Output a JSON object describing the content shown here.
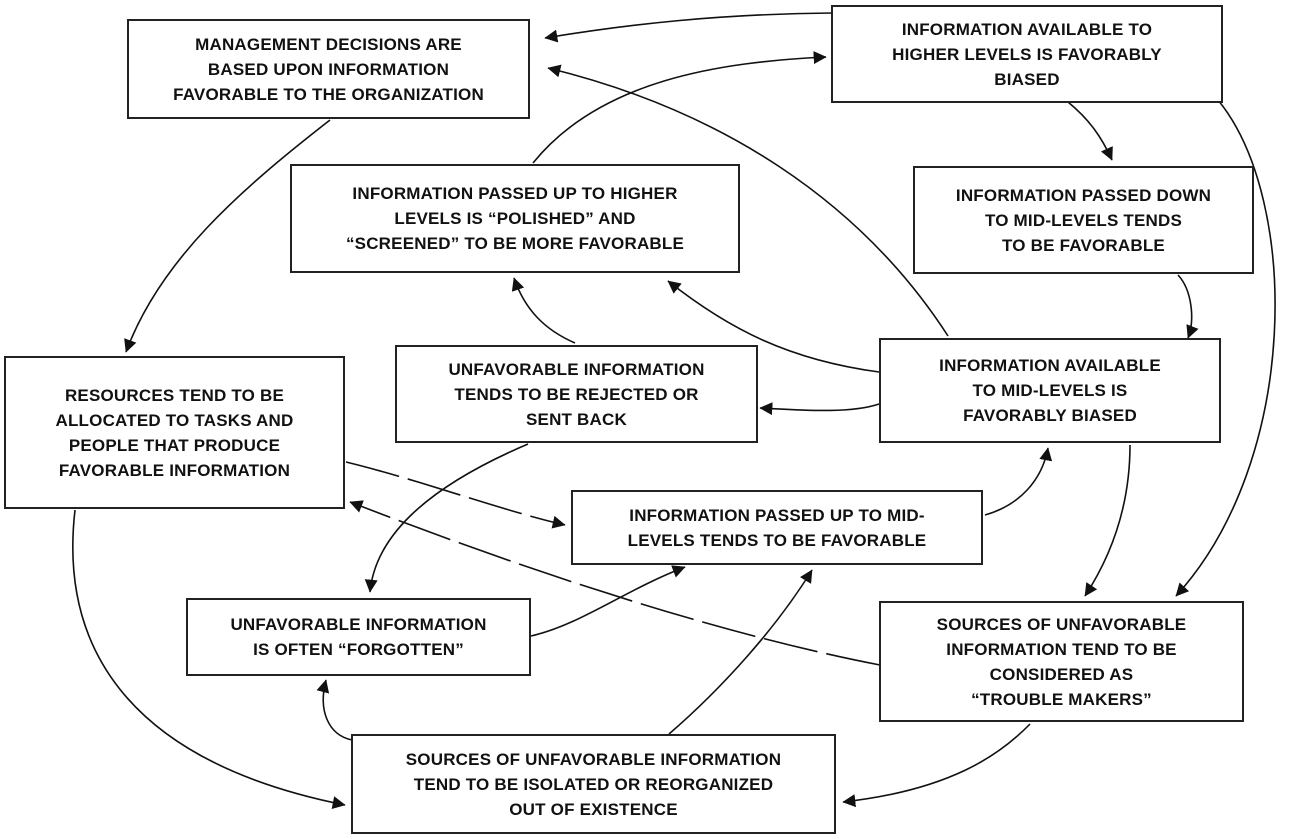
{
  "diagram": {
    "nodes": [
      {
        "id": "management_decisions",
        "label": "MANAGEMENT DECISIONS ARE\nBASED UPON INFORMATION\nFAVORABLE TO THE ORGANIZATION"
      },
      {
        "id": "info_available_higher",
        "label": "INFORMATION AVAILABLE TO\nHIGHER LEVELS IS FAVORABLY\nBIASED"
      },
      {
        "id": "info_passed_up_higher",
        "label": "INFORMATION PASSED UP TO HIGHER\nLEVELS IS “POLISHED” AND\n“SCREENED” TO BE MORE FAVORABLE"
      },
      {
        "id": "info_passed_down_mid",
        "label": "INFORMATION PASSED DOWN\nTO MID-LEVELS  TENDS\nTO BE FAVORABLE"
      },
      {
        "id": "resources_allocated",
        "label": "RESOURCES TEND TO BE\nALLOCATED TO TASKS AND\nPEOPLE THAT PRODUCE\nFAVORABLE INFORMATION"
      },
      {
        "id": "unfavorable_rejected",
        "label": "UNFAVORABLE INFORMATION\nTENDS TO BE REJECTED OR\nSENT BACK"
      },
      {
        "id": "info_available_mid",
        "label": "INFORMATION AVAILABLE\nTO MID-LEVELS IS\nFAVORABLY BIASED"
      },
      {
        "id": "info_passed_up_mid",
        "label": "INFORMATION PASSED UP TO MID-\nLEVELS TENDS TO BE FAVORABLE"
      },
      {
        "id": "unfavorable_forgotten",
        "label": "UNFAVORABLE INFORMATION\nIS OFTEN “FORGOTTEN”"
      },
      {
        "id": "sources_trouble_makers",
        "label": "SOURCES OF UNFAVORABLE\nINFORMATION TEND TO BE\nCONSIDERED AS\n“TROUBLE  MAKERS”"
      },
      {
        "id": "sources_isolated",
        "label": "SOURCES OF UNFAVORABLE INFORMATION\nTEND TO BE ISOLATED OR REORGANIZED\nOUT OF EXISTENCE"
      }
    ],
    "edges": [
      {
        "from": "info_available_higher",
        "to": "management_decisions"
      },
      {
        "from": "info_available_higher",
        "to": "info_passed_down_mid"
      },
      {
        "from": "info_available_higher",
        "to": "sources_trouble_makers"
      },
      {
        "from": "info_passed_up_higher",
        "to": "info_available_higher"
      },
      {
        "from": "info_available_mid",
        "to": "management_decisions"
      },
      {
        "from": "management_decisions",
        "to": "resources_allocated"
      },
      {
        "from": "info_passed_down_mid",
        "to": "info_available_mid"
      },
      {
        "from": "info_available_mid",
        "to": "info_passed_up_higher"
      },
      {
        "from": "unfavorable_rejected",
        "to": "info_passed_up_higher"
      },
      {
        "from": "info_available_mid",
        "to": "unfavorable_rejected"
      },
      {
        "from": "info_available_mid",
        "to": "sources_trouble_makers"
      },
      {
        "from": "resources_allocated",
        "to": "info_passed_up_mid",
        "style": "dashed"
      },
      {
        "from": "sources_trouble_makers",
        "to": "resources_allocated",
        "style": "dashed"
      },
      {
        "from": "info_passed_up_mid",
        "to": "info_available_mid"
      },
      {
        "from": "unfavorable_rejected",
        "to": "unfavorable_forgotten"
      },
      {
        "from": "unfavorable_forgotten",
        "to": "info_passed_up_mid"
      },
      {
        "from": "sources_isolated",
        "to": "info_passed_up_mid"
      },
      {
        "from": "sources_isolated",
        "to": "unfavorable_forgotten"
      },
      {
        "from": "resources_allocated",
        "to": "sources_isolated"
      },
      {
        "from": "sources_trouble_makers",
        "to": "sources_isolated"
      }
    ]
  }
}
